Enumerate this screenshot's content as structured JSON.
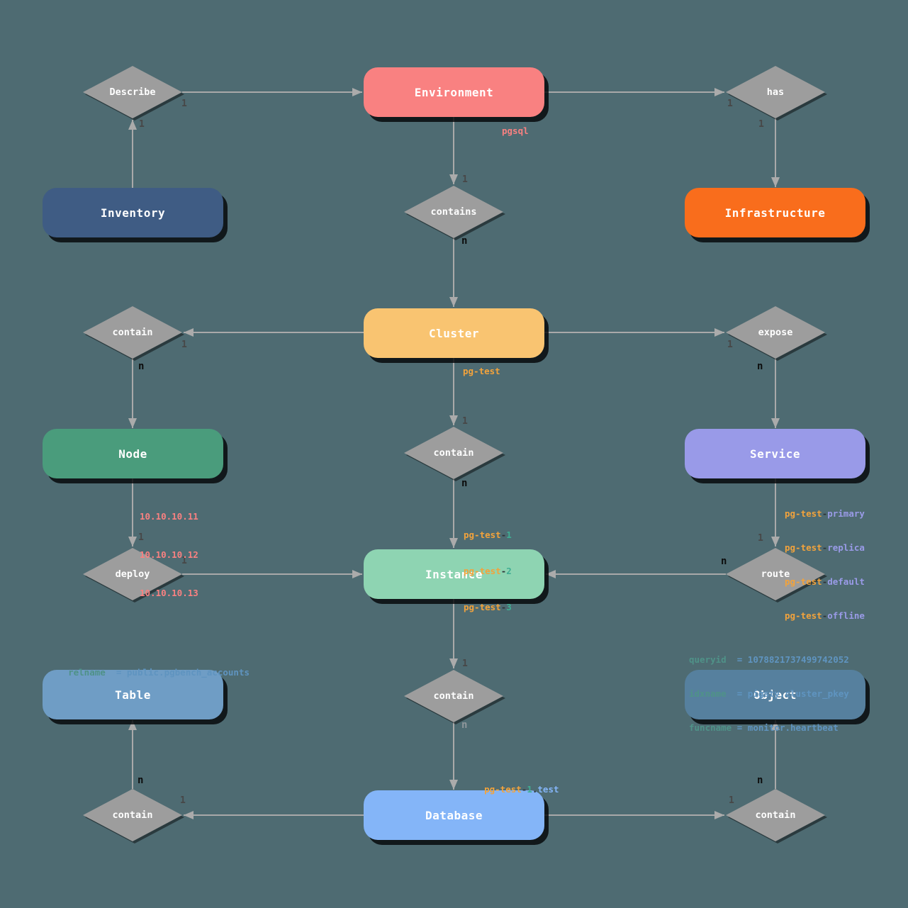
{
  "background": "#4e6b72",
  "entities": {
    "environment": {
      "label": "Environment",
      "color": "#f98181"
    },
    "inventory": {
      "label": "Inventory",
      "color": "#3f5c84"
    },
    "infrastructure": {
      "label": "Infrastructure",
      "color": "#f96d1c"
    },
    "cluster": {
      "label": "Cluster",
      "color": "#f9c471"
    },
    "node": {
      "label": "Node",
      "color": "#4a9c7c"
    },
    "service": {
      "label": "Service",
      "color": "#999ae8"
    },
    "instance": {
      "label": "Instance",
      "color": "#8ed4b2"
    },
    "table": {
      "label": "Table",
      "color": "#6f9dc5"
    },
    "object": {
      "label": "Object",
      "color": "#56809e"
    },
    "database": {
      "label": "Database",
      "color": "#84b5f8"
    }
  },
  "relations": {
    "describe": "Describe",
    "has": "has",
    "contains": "contains",
    "contain_node": "contain",
    "expose": "expose",
    "contain_instance": "contain",
    "deploy": "deploy",
    "route": "route",
    "contain_db": "contain",
    "contain_table": "contain",
    "contain_object": "contain"
  },
  "cardinalities": {
    "inventory_describe": "1",
    "describe_environment": "1",
    "environment_has": "1",
    "has_infrastructure": "1",
    "environment_contains": "1",
    "contains_cluster": "n",
    "cluster_contain_left": "1",
    "contain_left_node": "n",
    "cluster_expose": "1",
    "expose_service": "n",
    "cluster_contain_mid": "1",
    "contain_mid_instance": "n",
    "node_deploy": "1",
    "deploy_instance": "1",
    "service_route": "1",
    "route_instance": "n",
    "instance_contain": "1",
    "contain_database": "n",
    "database_contain_table": "1",
    "contain_table_n": "n",
    "database_contain_object": "1",
    "contain_object_n": "n"
  },
  "annotations": {
    "environment_name": "pgsql",
    "cluster_name": "pg-test",
    "node_ips": [
      "10.10.10.11",
      "10.10.10.12",
      "10.10.10.13"
    ],
    "instance_names": [
      {
        "prefix": "pg-test",
        "sep": "-",
        "suffix": "1"
      },
      {
        "prefix": "pg-test",
        "sep": "-",
        "suffix": "2"
      },
      {
        "prefix": "pg-test",
        "sep": "-",
        "suffix": "3"
      }
    ],
    "service_names": [
      {
        "prefix": "pg-test",
        "sep": "-",
        "suffix": "primary"
      },
      {
        "prefix": "pg-test",
        "sep": "-",
        "suffix": "replica"
      },
      {
        "prefix": "pg-test",
        "sep": "-",
        "suffix": "default"
      },
      {
        "prefix": "pg-test",
        "sep": "-",
        "suffix": "offline"
      }
    ],
    "table_attr": {
      "k": "relname  ",
      "e": "= ",
      "v": "public.pgbench_accounts"
    },
    "object_attrs": [
      {
        "k": "queryid  ",
        "e": "= ",
        "v": "1078821737499742052"
      },
      {
        "k": "idxname  ",
        "e": "= ",
        "v": "pigsty.cluster_pkey"
      },
      {
        "k": "funcname ",
        "e": "= ",
        "v": "monitor.heartbeat"
      }
    ],
    "database_name": {
      "prefix": "pg-test",
      "sep": "-",
      "num": "1",
      "dot": ".",
      "db": "test"
    }
  },
  "colors": {
    "background": "#4e6b72",
    "diamond": "#9d9d9d",
    "connector": "#a9a9a9",
    "salmon": "#f98181",
    "orange": "#f2a33c",
    "teal": "#3fae93",
    "periwinkle": "#9a9be8",
    "blue": "#84b5f8"
  }
}
